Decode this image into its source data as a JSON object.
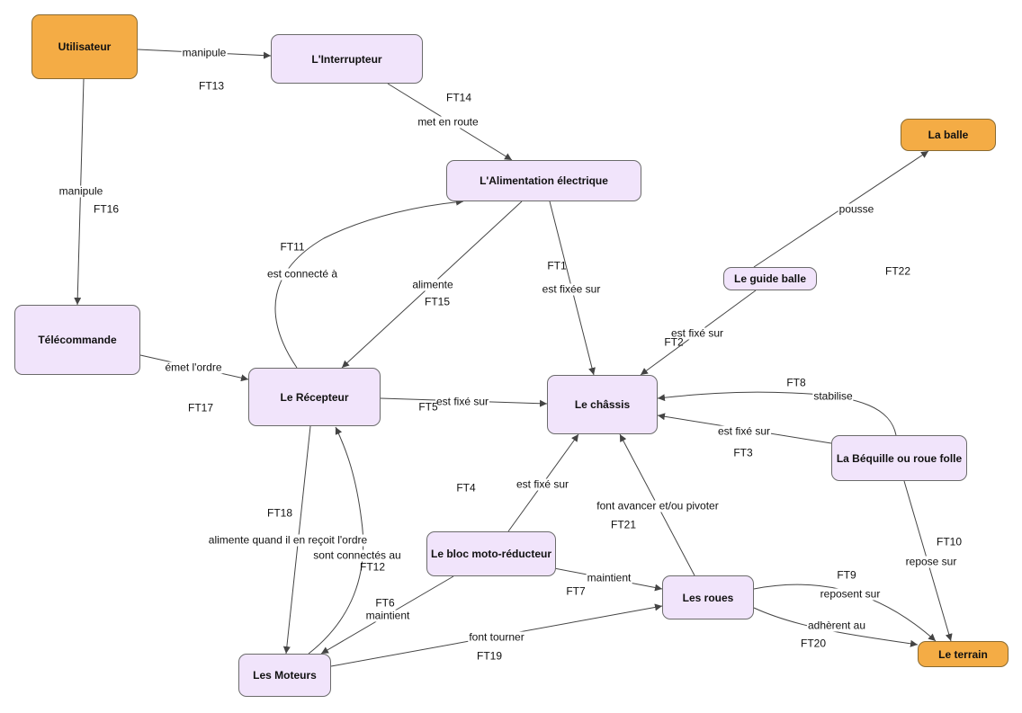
{
  "nodes": {
    "utilisateur": "Utilisateur",
    "interrupteur": "L'Interrupteur",
    "alimentation": "L'Alimentation électrique",
    "balle": "La balle",
    "guide_balle": "Le guide balle",
    "telecommande": "Télécommande",
    "recepteur": "Le Récepteur",
    "chassis": "Le châssis",
    "bequille": "La Béquille ou roue folle",
    "bloc_moto": "Le bloc moto-réducteur",
    "roues": "Les roues",
    "moteurs": "Les Moteurs",
    "terrain": "Le terrain"
  },
  "edge_labels": {
    "manipule_1": "manipule",
    "met_en_route": "met en route",
    "manipule_2": "manipule",
    "pousse": "pousse",
    "est_connecte_a": "est connecté à",
    "alimente_1": "alimente",
    "est_fixee_sur": "est fixée sur",
    "est_fixe_sur_guide": "est fixé sur",
    "emet_l_ordre": "émet l'ordre",
    "est_fixe_sur_recepteur": "est fixé sur",
    "stabilise": "stabilise",
    "est_fixe_sur_bequille": "est fixé sur",
    "est_fixe_sur_bloc": "est fixé sur",
    "font_avancer": "font avancer et/ou pivoter",
    "alimente_2": "alimente  quand il en reçoit l'ordre",
    "sont_connectes_au": "sont connectés au",
    "maintient_1": "maintient",
    "repose_sur": "repose sur",
    "reposent_sur": "reposent sur",
    "maintient_2": "maintient",
    "font_tourner": "font tourner",
    "adherent_au": "adhèrent au"
  },
  "functions": {
    "ft1": "FT1",
    "ft2": "FT2",
    "ft3": "FT3",
    "ft4": "FT4",
    "ft5": "FT5",
    "ft6": "FT6",
    "ft7": "FT7",
    "ft8": "FT8",
    "ft9": "FT9",
    "ft10": "FT10",
    "ft11": "FT11",
    "ft12": "FT12",
    "ft13": "FT13",
    "ft14": "FT14",
    "ft15": "FT15",
    "ft16": "FT16",
    "ft17": "FT17",
    "ft18": "FT18",
    "ft19": "FT19",
    "ft20": "FT20",
    "ft21": "FT21",
    "ft22": "FT22"
  },
  "colors": {
    "external_node": "#f4ac45",
    "component_node": "#f1e4fb",
    "edge": "#444444"
  }
}
